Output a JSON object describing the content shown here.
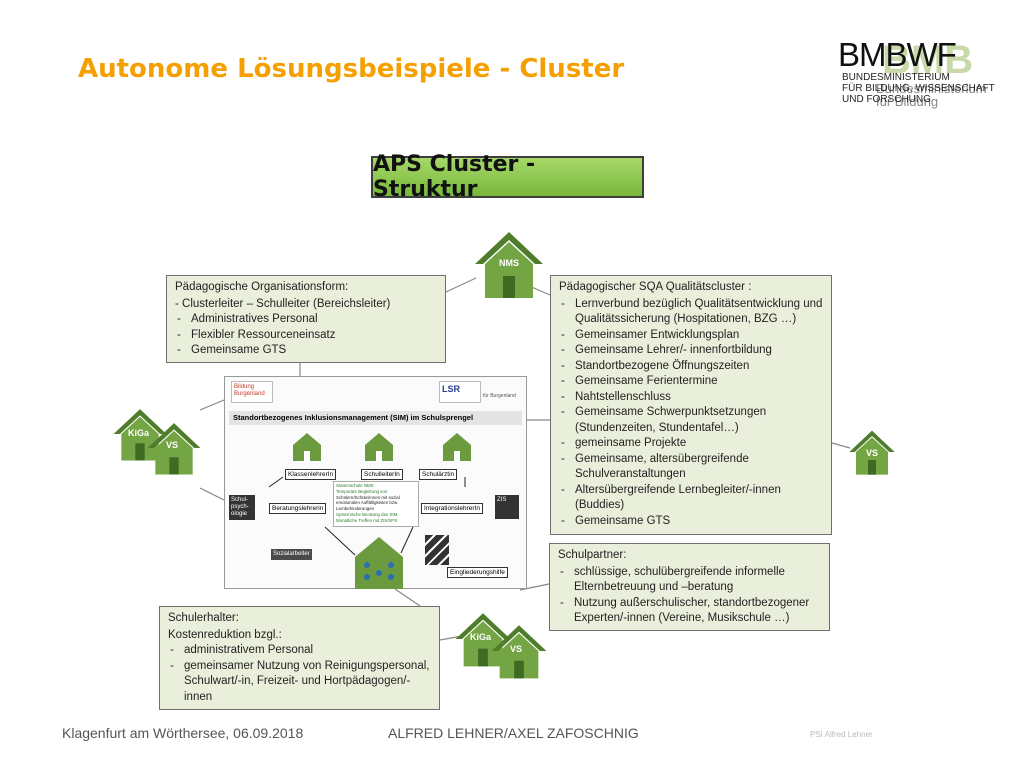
{
  "slide": {
    "title": "Autonome Lösungsbeispiele - Cluster"
  },
  "logo": {
    "name": "BMBWF",
    "ghost_name": "BMB",
    "line1": "BUNDESMINISTERIUM",
    "line2": "FÜR BILDUNG, WISSENSCHAFT",
    "line3": "UND FORSCHUNG",
    "ghost_line1": "Bundesministerium",
    "ghost_line2": "für Bildung"
  },
  "banner": "APS Cluster - Struktur",
  "houses": {
    "nms": "NMS",
    "kiga": "KiGa",
    "vs": "VS"
  },
  "org_panel": {
    "heading": "Pädagogische Organisationsform:",
    "items": [
      "- Clusterleiter – Schulleiter (Bereichsleiter)",
      "Administratives Personal",
      "Flexibler Ressourceneinsatz",
      "Gemeinsame GTS"
    ]
  },
  "sqa_panel": {
    "heading": "Pädagogischer SQA Qualitätscluster :",
    "items": [
      "Lernverbund bezüglich Qualitätsentwicklung und Qualitätssicherung (Hospitationen, BZG …)",
      "Gemeinsamer Entwicklungsplan",
      "Gemeinsame Lehrer/- innenfortbildung",
      "Standortbezogene Öffnungszeiten",
      "Gemeinsame Ferientermine",
      "Nahtstellenschluss",
      "Gemeinsame Schwerpunktsetzungen (Stundenzeiten, Stundentafel…)",
      "gemeinsame Projekte",
      "Gemeinsame, altersübergreifende Schulveranstaltungen",
      "Altersübergreifende Lernbegleiter/-innen (Buddies)",
      "Gemeinsame GTS"
    ]
  },
  "partner_panel": {
    "heading": "Schulpartner:",
    "items": [
      "schlüssige, schulübergreifende informelle Elternbetreuung und –beratung",
      "Nutzung außerschulischer, standortbezogener Experten/-innen (Vereine, Musikschule …)"
    ]
  },
  "erhalter_panel": {
    "heading": "Schulerhalter:",
    "subheading": "Kostenreduktion bzgl.:",
    "items": [
      "administrativem Personal",
      "gemeinsamer Nutzung von Reinigungspersonal, Schulwart/-in, Freizeit- und Hortpädagogen/-innen"
    ]
  },
  "inner_diagram": {
    "logo_left": "Bildung Burgenland",
    "logo_right": "LSR",
    "logo_right_sub": "für Burgenland",
    "header": "Standortbezogenes Inklusionsmanagement (SIM) im Schulsprengel",
    "klassen": "KlassenlehrerIn",
    "schulleiter": "SchulleiterIn",
    "schularzt": "Schulärztin",
    "beratung": "Beratungslehrerin",
    "integration": "IntegrationslehrerIn",
    "psych": "Schul- psych- ologie",
    "zis": "ZIS",
    "sozial": "Sozialarbeiter",
    "eingliederung": "Eingliederungshilfe",
    "center_lines": [
      "Stammschule NMS",
      "Temporäre Begleitung von",
      "Schülern/Schülerinnen mit sozial",
      "emotionalen Auffälligkeiten bzw.",
      "Lernbehinderungen",
      "Systemische Beratung des SIM",
      "Monatliche Treffen mit ZIS/SPS"
    ]
  },
  "footer": {
    "location_date": "Klagenfurt am Wörthersee, 06.09.2018",
    "authors": "ALFRED LEHNER/AXEL ZAFOSCHNIG",
    "credit": "PSI Alfred Lehner"
  },
  "colors": {
    "title": "#f5a000",
    "house_green": "#6b9a3f",
    "panel_bg": "#e9efda",
    "banner_green": "#8cc84b"
  }
}
